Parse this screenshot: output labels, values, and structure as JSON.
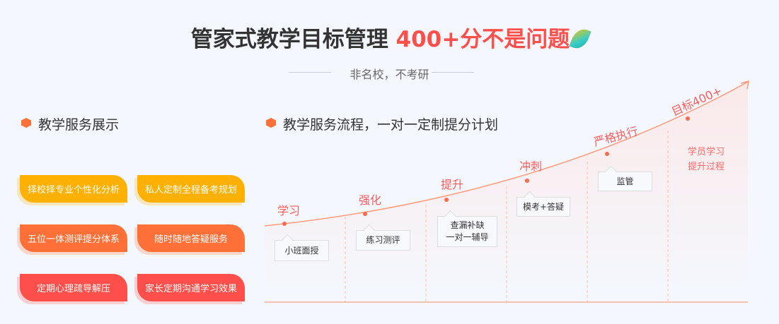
{
  "header": {
    "title_main": "管家式教学目标管理",
    "title_highlight": "400+分不是问题",
    "subtitle": "非名校，不考研"
  },
  "left": {
    "title": "教学服务展示",
    "buttons": [
      {
        "label": "择校择专业个性化分析",
        "color": "#ffb000"
      },
      {
        "label": "私人定制全程备考规划",
        "color": "#ffb000"
      },
      {
        "label": "五位一体测评提分体系",
        "color": "#ff7139"
      },
      {
        "label": "随时随地答疑服务",
        "color": "#ff7139"
      },
      {
        "label": "定期心理疏导解压",
        "color": "#ff4f4a"
      },
      {
        "label": "家长定期沟通学习效果",
        "color": "#ff4f4a"
      }
    ]
  },
  "right": {
    "title": "教学服务流程，一对一定制提分计划",
    "stages": [
      "学习",
      "强化",
      "提升",
      "冲刺",
      "严格执行",
      "目标400+"
    ],
    "details": [
      "小班面授",
      "练习测评",
      "查漏补缺",
      "一对一辅导",
      "模考+答疑",
      "监管"
    ],
    "summary": [
      "学员学习",
      "提升过程"
    ]
  },
  "colors": {
    "accent": "#ff4f4a",
    "curve": "#ff9a7a"
  }
}
